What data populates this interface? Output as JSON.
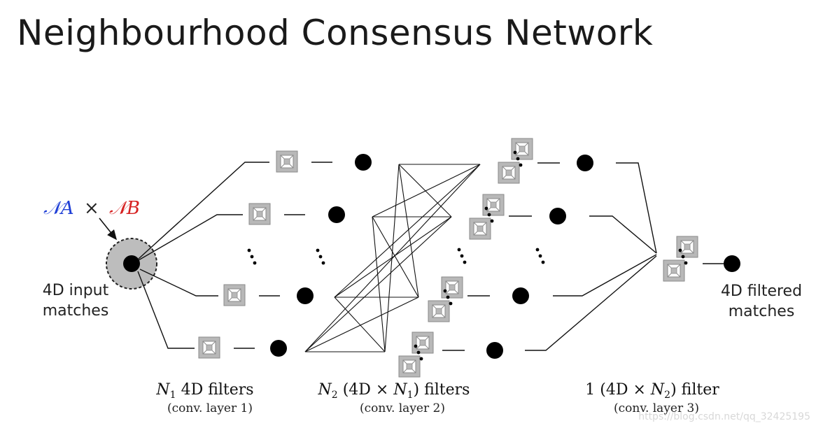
{
  "title": "Neighbourhood Consensus Network",
  "input": {
    "set_a": "𝒩A",
    "times": "×",
    "set_b": "𝒩B",
    "set_a_color": "#1f3fd6",
    "set_b_color": "#d62222",
    "label_line1": "4D input",
    "label_line2": "matches"
  },
  "output": {
    "label_line1": "4D filtered",
    "label_line2": "matches"
  },
  "layer1": {
    "caption_math": "N",
    "caption_sub": "1",
    "caption_rest": " 4D filters",
    "note": "(conv. layer 1)"
  },
  "layer2": {
    "caption_math": "N",
    "caption_sub": "2",
    "caption_mid": " (4D × ",
    "caption_math2": "N",
    "caption_sub2": "1",
    "caption_rest": ") filters",
    "note": "(conv. layer 2)"
  },
  "layer3": {
    "caption_pre": "1 (4D × ",
    "caption_math": "N",
    "caption_sub": "2",
    "caption_rest": ") filter",
    "note": "(conv. layer 3)"
  },
  "watermark": "https://blog.csdn.net/qq_32425195"
}
